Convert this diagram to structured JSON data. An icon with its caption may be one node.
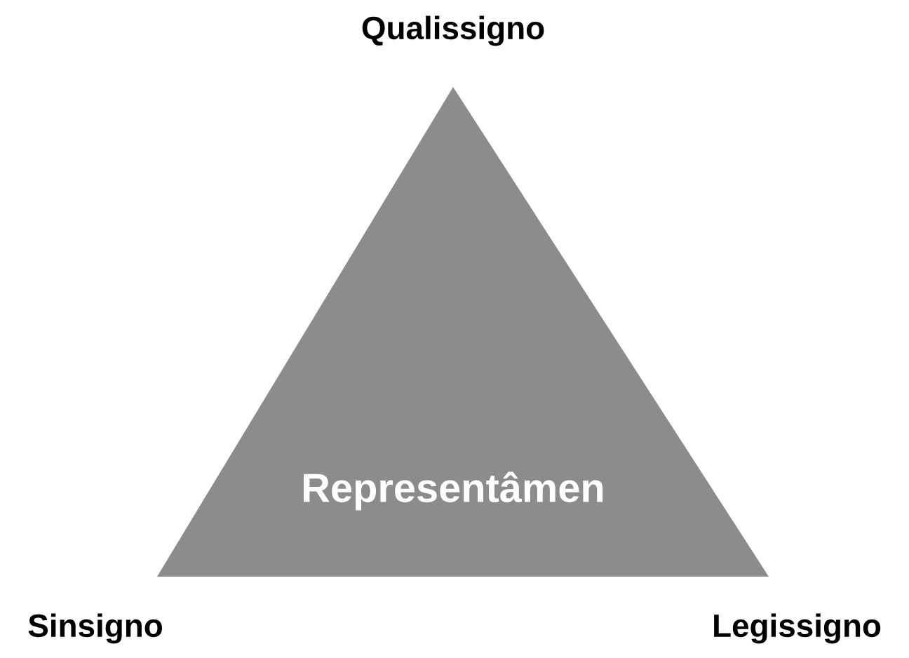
{
  "diagram": {
    "nodes": [
      {
        "text": [
          "Representâmen"
        ]
      }
    ],
    "labels": [
      "Qualissigno",
      "Sinsigno",
      "Legissigno"
    ]
  }
}
